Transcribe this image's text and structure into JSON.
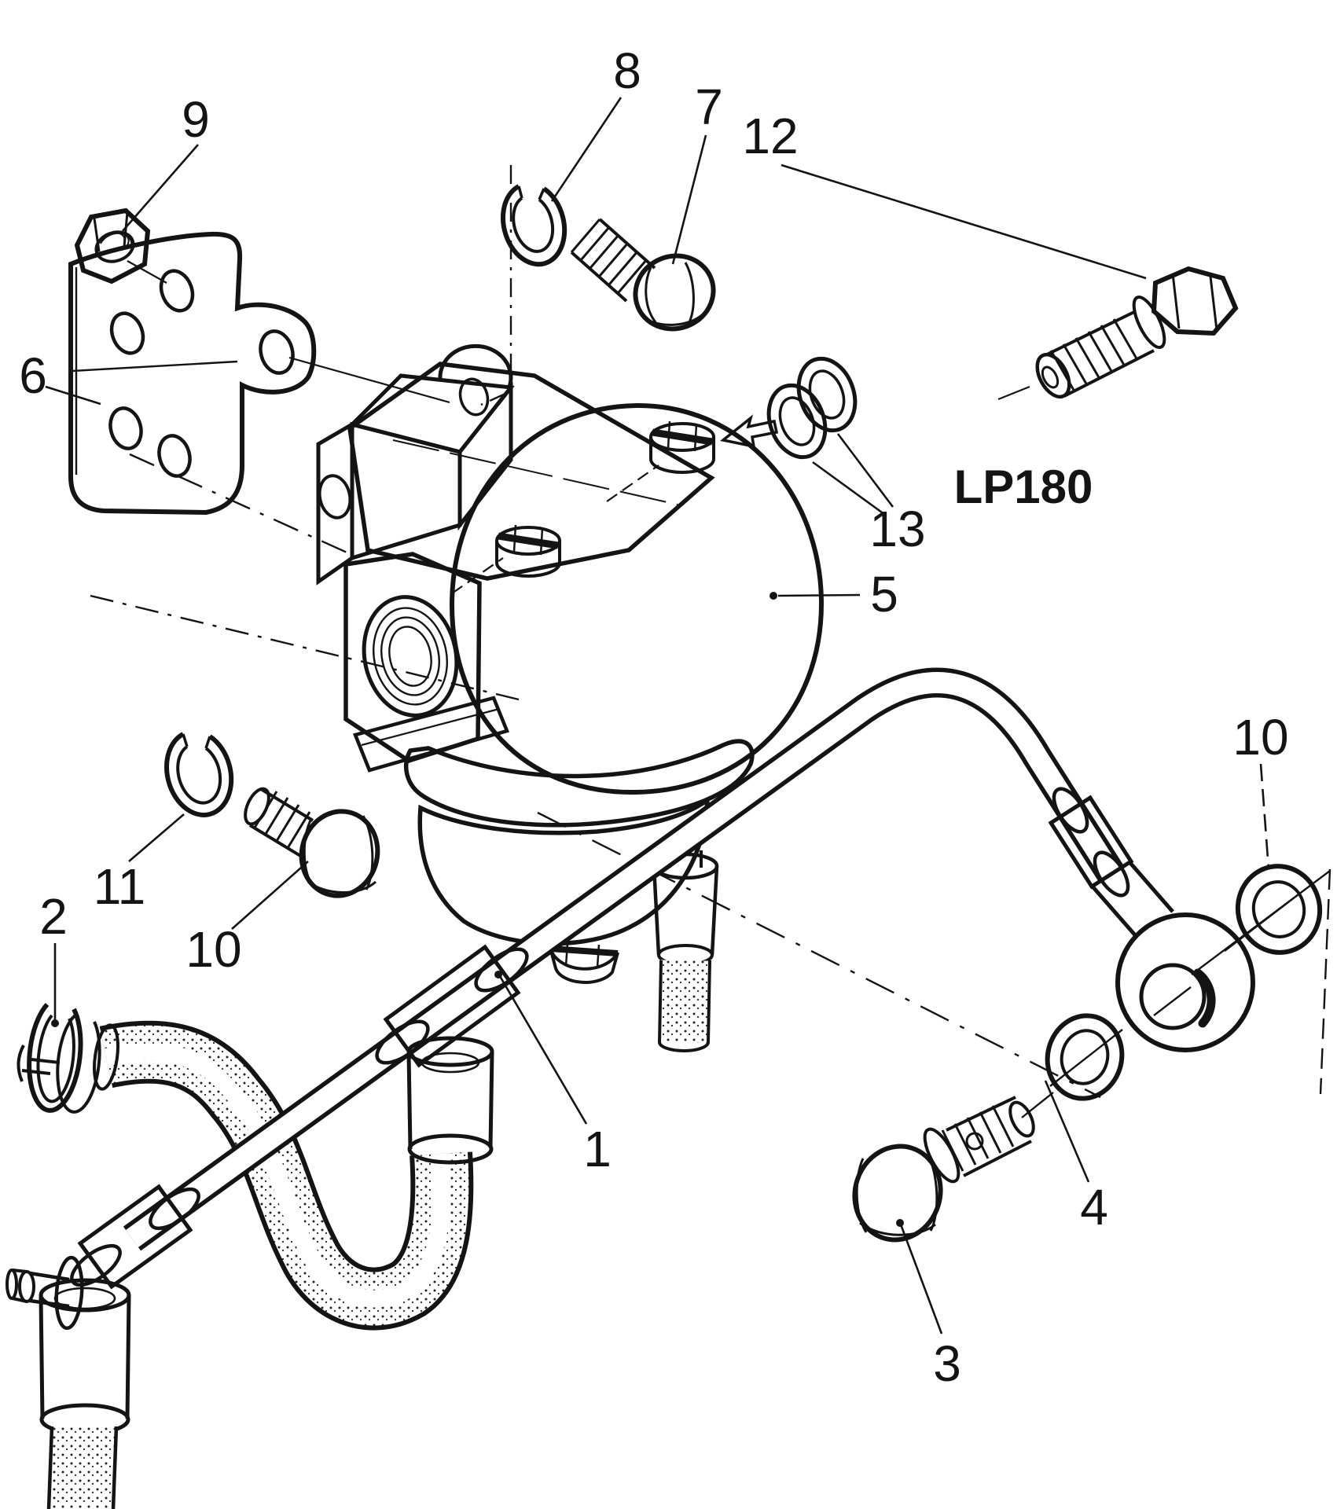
{
  "diagram": {
    "code_label": "LP180",
    "background_color": "#ffffff",
    "line_color": "#141414",
    "callouts": [
      {
        "label": "1"
      },
      {
        "label": "2"
      },
      {
        "label": "3"
      },
      {
        "label": "4"
      },
      {
        "label": "5"
      },
      {
        "label": "6"
      },
      {
        "label": "7"
      },
      {
        "label": "8"
      },
      {
        "label": "9"
      },
      {
        "label": "10"
      },
      {
        "label": "10"
      },
      {
        "label": "11"
      },
      {
        "label": "12"
      },
      {
        "label": "13"
      }
    ]
  }
}
